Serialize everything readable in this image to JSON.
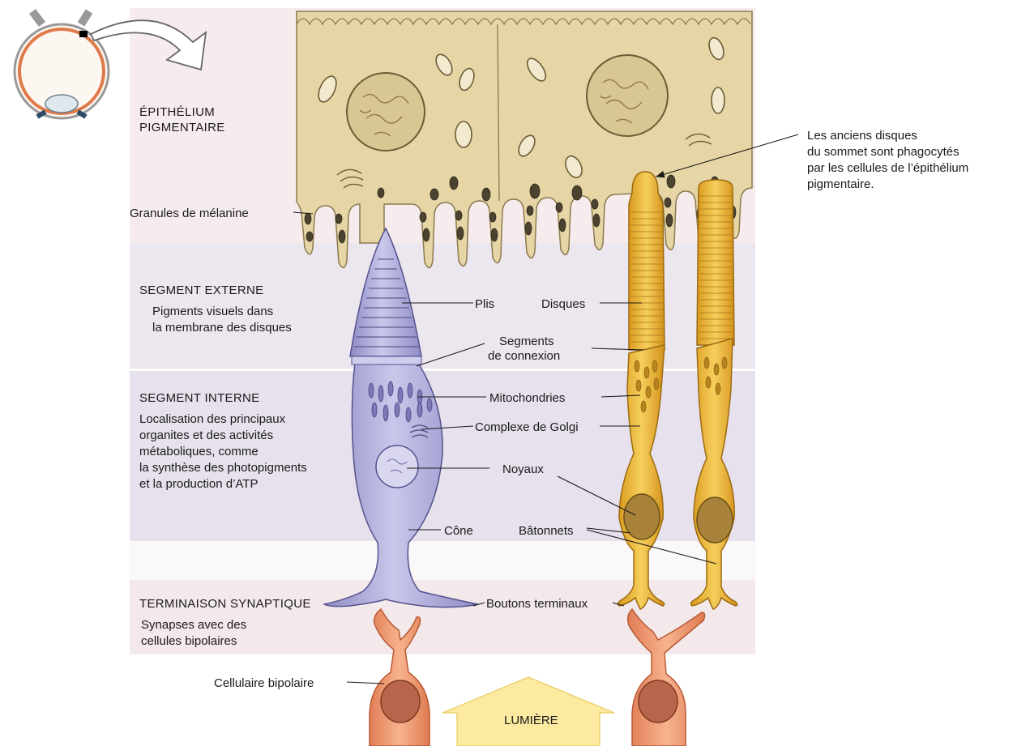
{
  "headings": {
    "epithelium": [
      "ÉPITHÉLIUM",
      "PIGMENTAIRE"
    ],
    "outer_segment": "SEGMENT EXTERNE",
    "inner_segment": "SEGMENT INTERNE",
    "synaptic": "TERMINAISON SYNAPTIQUE"
  },
  "descriptions": {
    "outer_segment": [
      "Pigments visuels dans",
      "la membrane des disques"
    ],
    "inner_segment": [
      "Localisation des principaux",
      "organites et des activités",
      "métaboliques, comme",
      "la synthèse des photopigments",
      "et la production d’ATP"
    ],
    "synaptic": [
      "Synapses avec des",
      "cellules bipolaires"
    ]
  },
  "labels": {
    "melanin": "Granules de mélanine",
    "folds": "Plis",
    "discs": "Disques",
    "connecting_segments": [
      "Segments",
      "de connexion"
    ],
    "mitochondria": "Mitochondries",
    "golgi": "Complexe de Golgi",
    "nuclei": "Noyaux",
    "cone": "Cône",
    "rods": "Bâtonnets",
    "terminal_buttons": "Boutons terminaux",
    "bipolar": "Cellulaire bipolaire",
    "phagocytosis": [
      "Les anciens disques",
      "du sommet sont phagocytés",
      "par les cellules de l’épithélium",
      "pigmentaire."
    ],
    "light": "LUMIÈRE"
  },
  "colors": {
    "epithelium": "#e8d9ad",
    "band_pink": "#f5eaee",
    "band_lilac": "#e9e4ef",
    "cone": "#b9b6dd",
    "rod": "#f1c24a",
    "bipolar": "#f2a27a",
    "light_arrow": "#fbeaa0"
  },
  "icons": [
    "eye-icon",
    "curved-arrow-icon",
    "light-arrow-icon"
  ]
}
